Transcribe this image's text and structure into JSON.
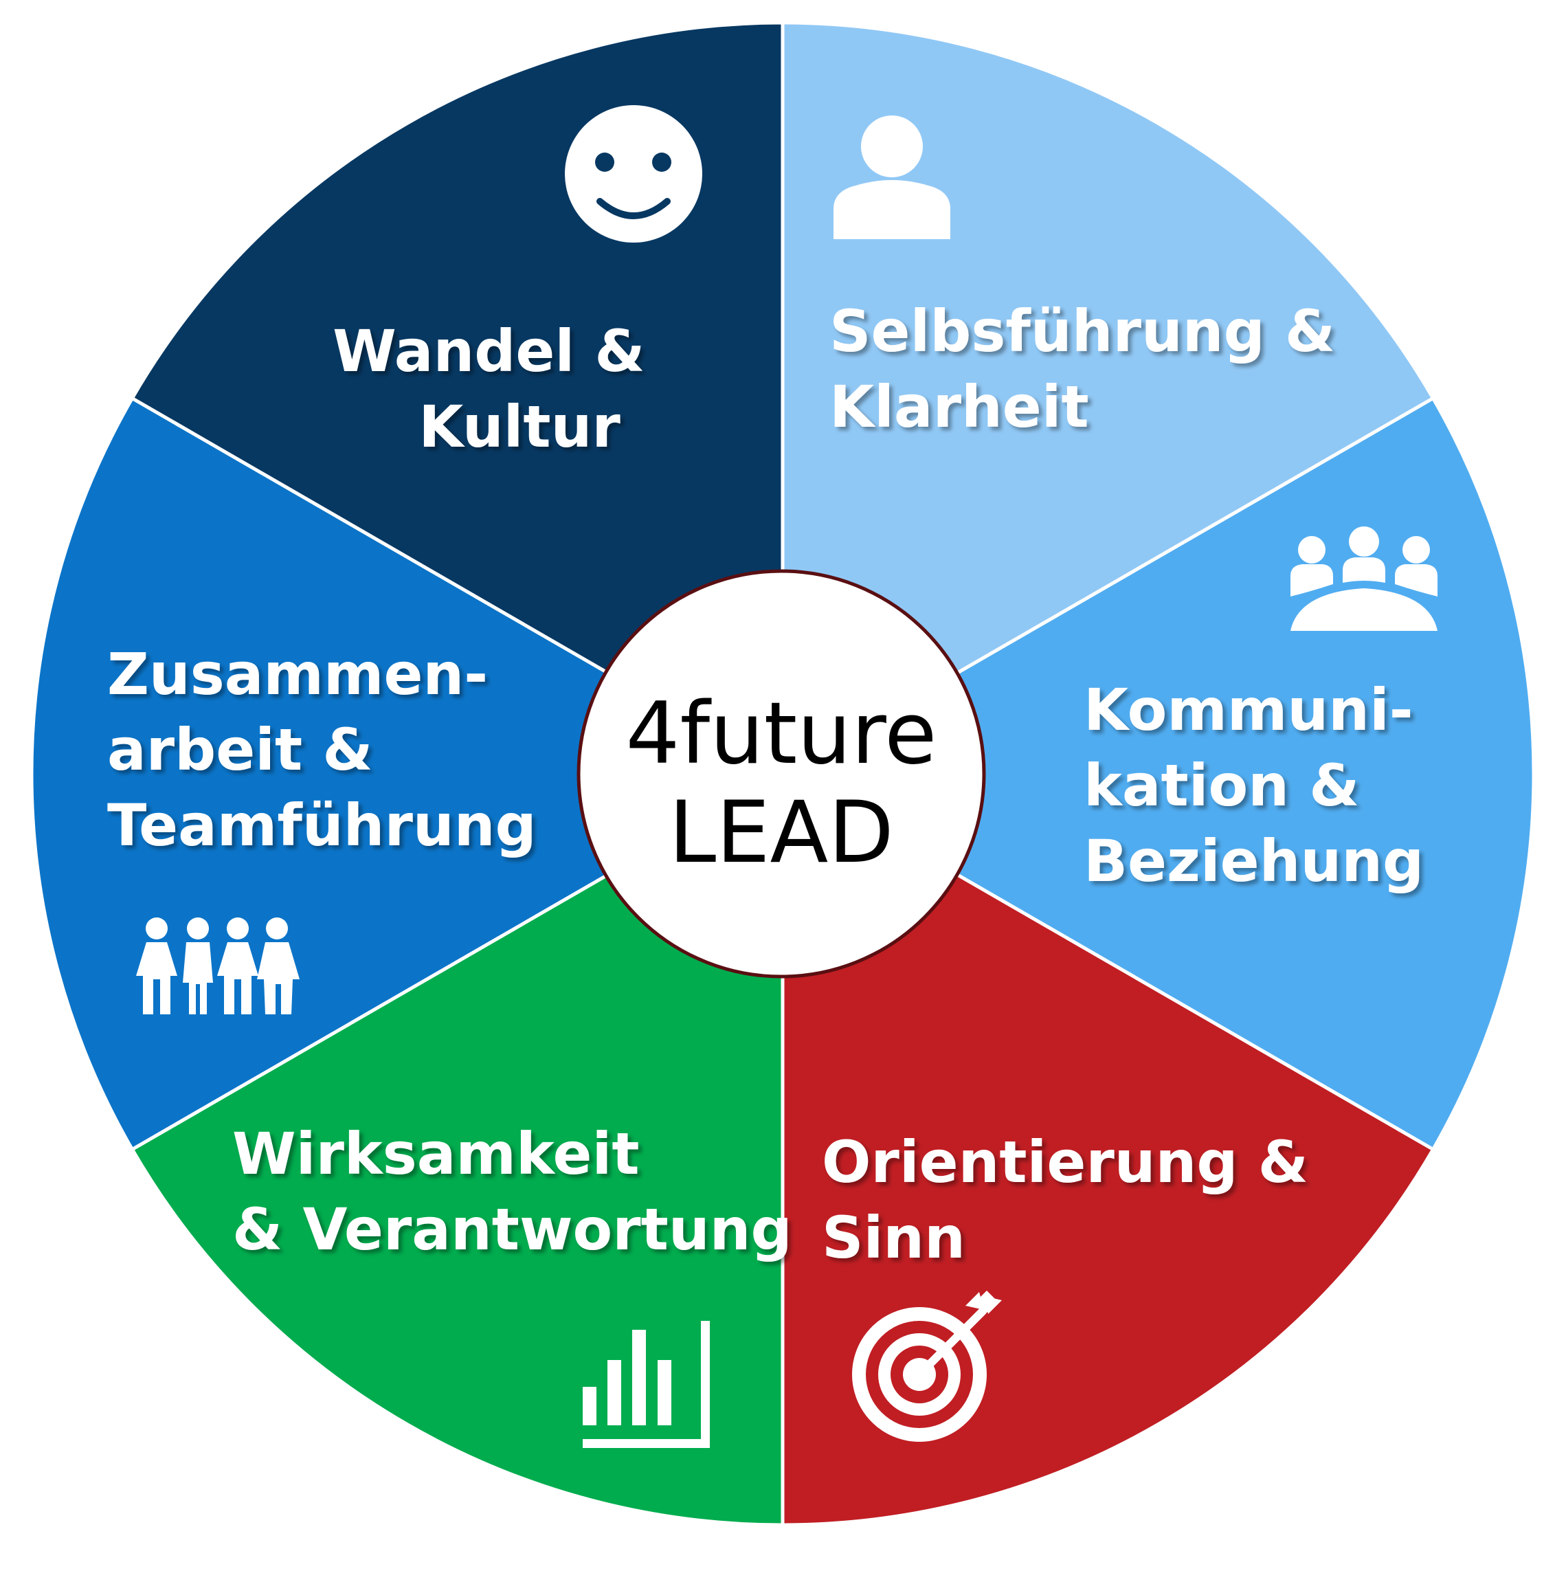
{
  "center": {
    "line1": "4future",
    "line2": "LEAD"
  },
  "segments": [
    {
      "id": "selbstfuehrung",
      "color": "#90C8F5",
      "icon": "person-icon",
      "lines": [
        "Selbsführung &",
        "Klarheit"
      ]
    },
    {
      "id": "kommunikation",
      "color": "#50ACF0",
      "icon": "group-meeting-icon",
      "lines": [
        "Kommuni-",
        "kation &",
        "Beziehung"
      ]
    },
    {
      "id": "orientierung",
      "color": "#C01E23",
      "icon": "target-icon",
      "lines": [
        "Orientierung &",
        "Sinn"
      ]
    },
    {
      "id": "wirksamkeit",
      "color": "#00AC4E",
      "icon": "bar-chart-icon",
      "lines": [
        "Wirksamkeit",
        "& Verantwortung"
      ]
    },
    {
      "id": "zusammenarbeit",
      "color": "#0B74C8",
      "icon": "team-icon",
      "lines": [
        "Zusammen-",
        "arbeit &",
        "Teamführung"
      ]
    },
    {
      "id": "wandel",
      "color": "#073862",
      "icon": "smiley-icon",
      "lines": [
        "Wandel &",
        "Kultur"
      ]
    }
  ]
}
